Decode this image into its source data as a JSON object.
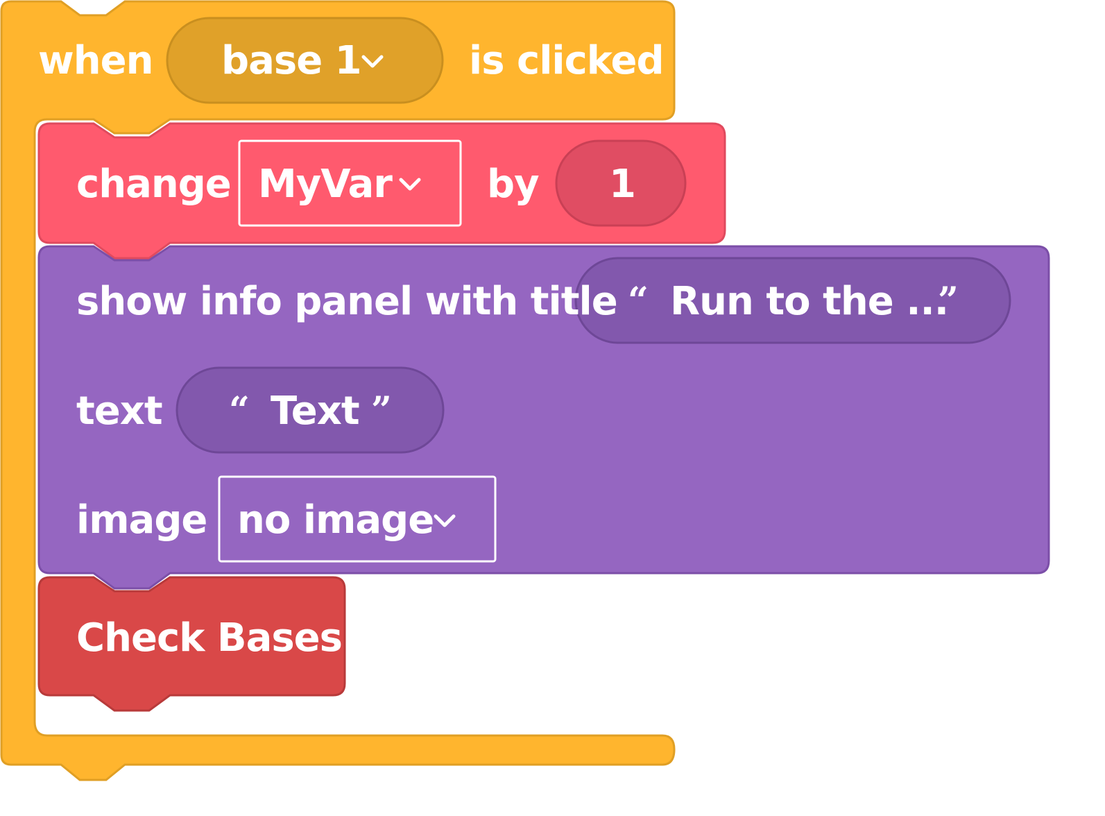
{
  "event_block": {
    "prefix": "when",
    "sprite_dropdown": "base 1",
    "suffix": "is clicked",
    "color": "#FFB52E"
  },
  "change_block": {
    "label": "change",
    "variable_dropdown": "MyVar",
    "by_label": "by",
    "value": "1",
    "color": "#FF5A6E"
  },
  "info_panel_block": {
    "label": "show info panel with title",
    "title_value": "Run to the ...",
    "text_label": "text",
    "text_value": "Text",
    "image_label": "image",
    "image_dropdown": "no image",
    "color": "#9566C1"
  },
  "function_block": {
    "label": "Check Bases",
    "color": "#D94848"
  },
  "icons": {
    "dropdown": "chevron-down-icon",
    "open_quote": "open-quote-icon",
    "close_quote": "close-quote-icon"
  },
  "quotes": {
    "open": "“",
    "close": "”"
  }
}
